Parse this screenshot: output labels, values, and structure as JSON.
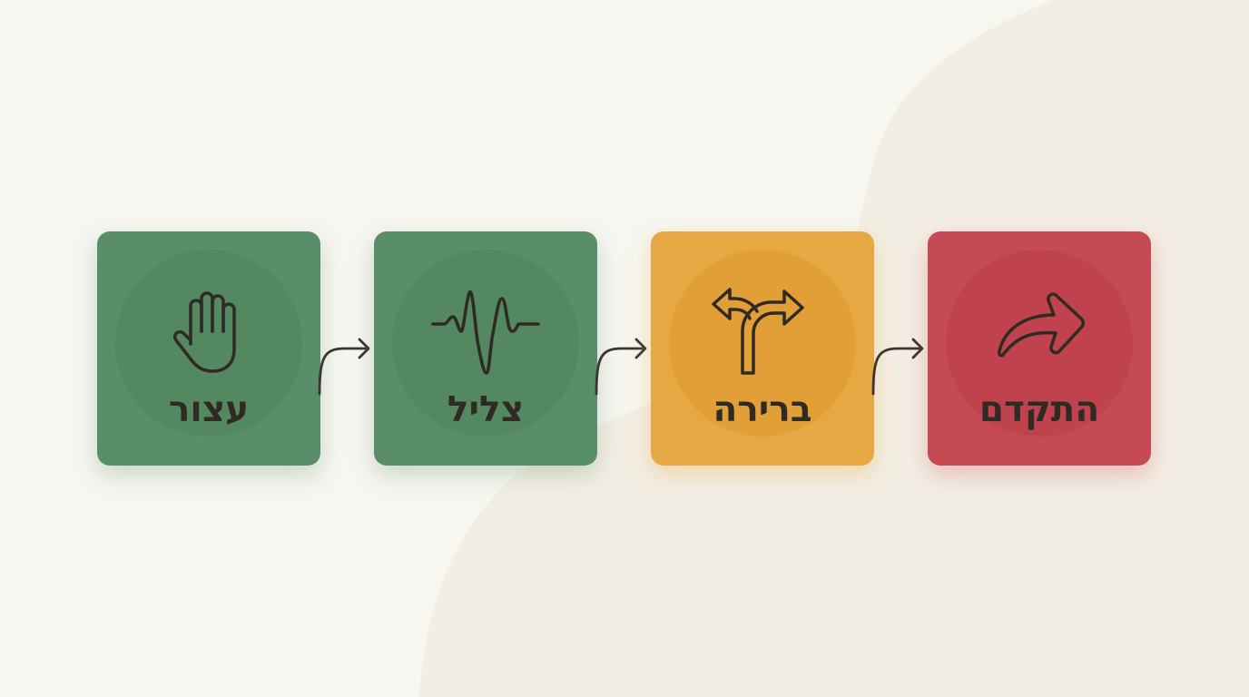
{
  "steps": [
    {
      "label": "עצור",
      "icon": "raised-hand-icon",
      "color": "#5a8e68"
    },
    {
      "label": "צליל",
      "icon": "sound-wave-icon",
      "color": "#5a8e68"
    },
    {
      "label": "ברירה",
      "icon": "split-arrow-icon",
      "color": "#e6a843"
    },
    {
      "label": "התקדם",
      "icon": "forward-arrow-icon",
      "color": "#c44b55"
    }
  ],
  "colors": {
    "background": "#f7f6f1",
    "background_shape": "#f3eee4",
    "icon_stroke": "#2f2a24",
    "connector": "#3a3530"
  }
}
